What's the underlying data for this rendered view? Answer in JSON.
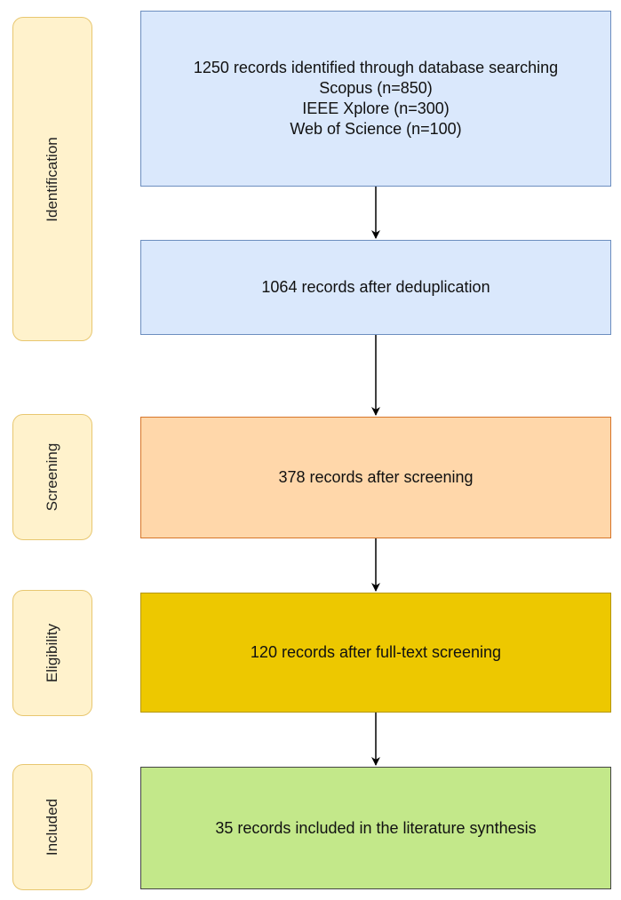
{
  "phases": [
    {
      "label": "Identification"
    },
    {
      "label": "Screening"
    },
    {
      "label": "Eligibility"
    },
    {
      "label": "Included"
    }
  ],
  "boxes": {
    "identified": {
      "lines": [
        "1250 records identified through database searching",
        "Scopus (n=850)",
        "IEEE Xplore (n=300)",
        "Web of Science (n=100)"
      ]
    },
    "deduplication": {
      "text": "1064 records after deduplication"
    },
    "screening": {
      "text": "378 records after screening"
    },
    "fulltext": {
      "text": "120 records after full-text screening"
    },
    "included": {
      "text": "35 records included in the literature synthesis"
    }
  },
  "colors": {
    "phase_fill": "#fff2cc",
    "identification_fill": "#dae8fc",
    "screening_fill": "#ffd7aa",
    "eligibility_fill": "#edc800",
    "included_fill": "#c3e88a"
  }
}
